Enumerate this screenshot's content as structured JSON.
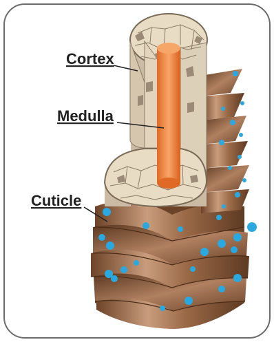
{
  "labels": {
    "cortex": "Cortex",
    "medulla": "Medulla",
    "cuticle": "Cuticle"
  },
  "colors": {
    "frame_border": "#6b6b6b",
    "cuticle_brown": "#8a5a3a",
    "cuticle_light": "#c59a78",
    "cortex_cell_fill": "#e8dcc4",
    "cortex_cell_dark": "#9a8a76",
    "medulla_orange": "#f08a45",
    "droplet_blue": "#29a9e0",
    "label_text": "#222222"
  }
}
